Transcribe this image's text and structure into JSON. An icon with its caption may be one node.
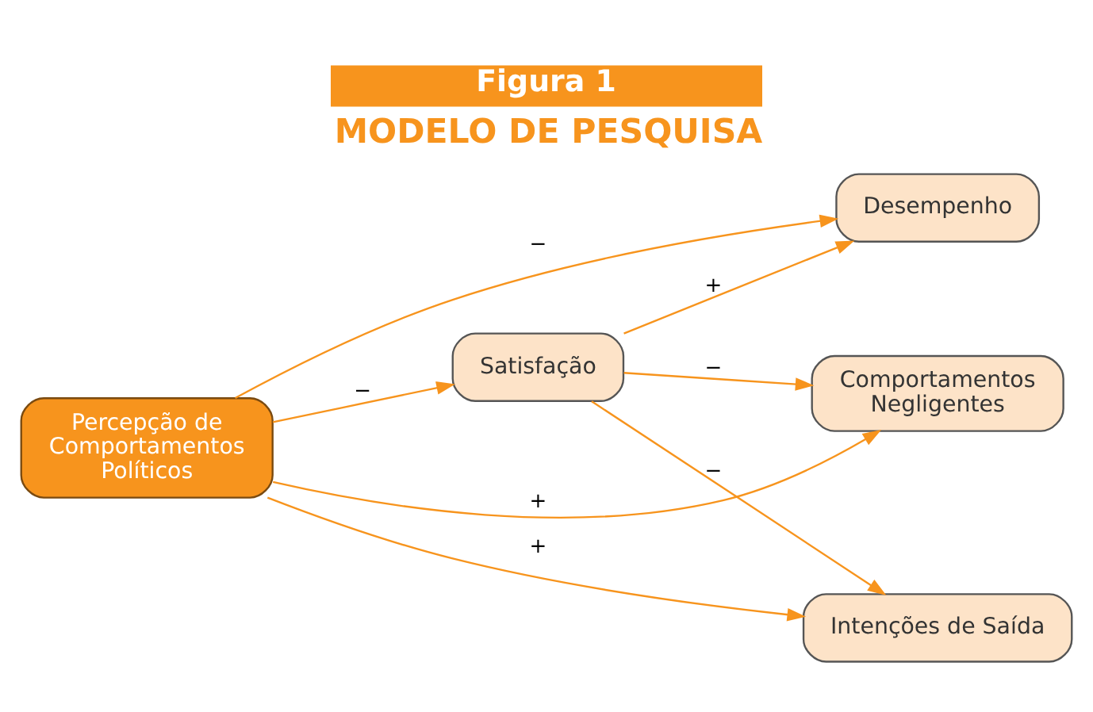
{
  "diagram": {
    "title": "Figura 1",
    "caption": "MODELO DE PESQUISA",
    "nodes": [
      {
        "text": [
          "Percepção de Comportamentos Políticos"
        ]
      },
      {
        "text": [
          "Satisfação"
        ]
      },
      {
        "text": [
          "Desempenho"
        ]
      },
      {
        "text": [
          "Comportamentos Negligentes"
        ]
      },
      {
        "text": [
          "Intenções de Saída"
        ]
      }
    ],
    "edges": [
      {
        "from": 0,
        "to": 2,
        "arrow": "to",
        "label": "−"
      },
      {
        "from": 0,
        "to": 1,
        "arrow": "to",
        "label": "−"
      },
      {
        "from": 0,
        "to": 3,
        "arrow": "to",
        "label": "+"
      },
      {
        "from": 0,
        "to": 4,
        "arrow": "to",
        "label": "+"
      },
      {
        "from": 1,
        "to": 2,
        "arrow": "to",
        "label": "+"
      },
      {
        "from": 1,
        "to": 3,
        "arrow": "to",
        "label": "−"
      },
      {
        "from": 1,
        "to": 4,
        "arrow": "to",
        "label": "−"
      }
    ]
  }
}
